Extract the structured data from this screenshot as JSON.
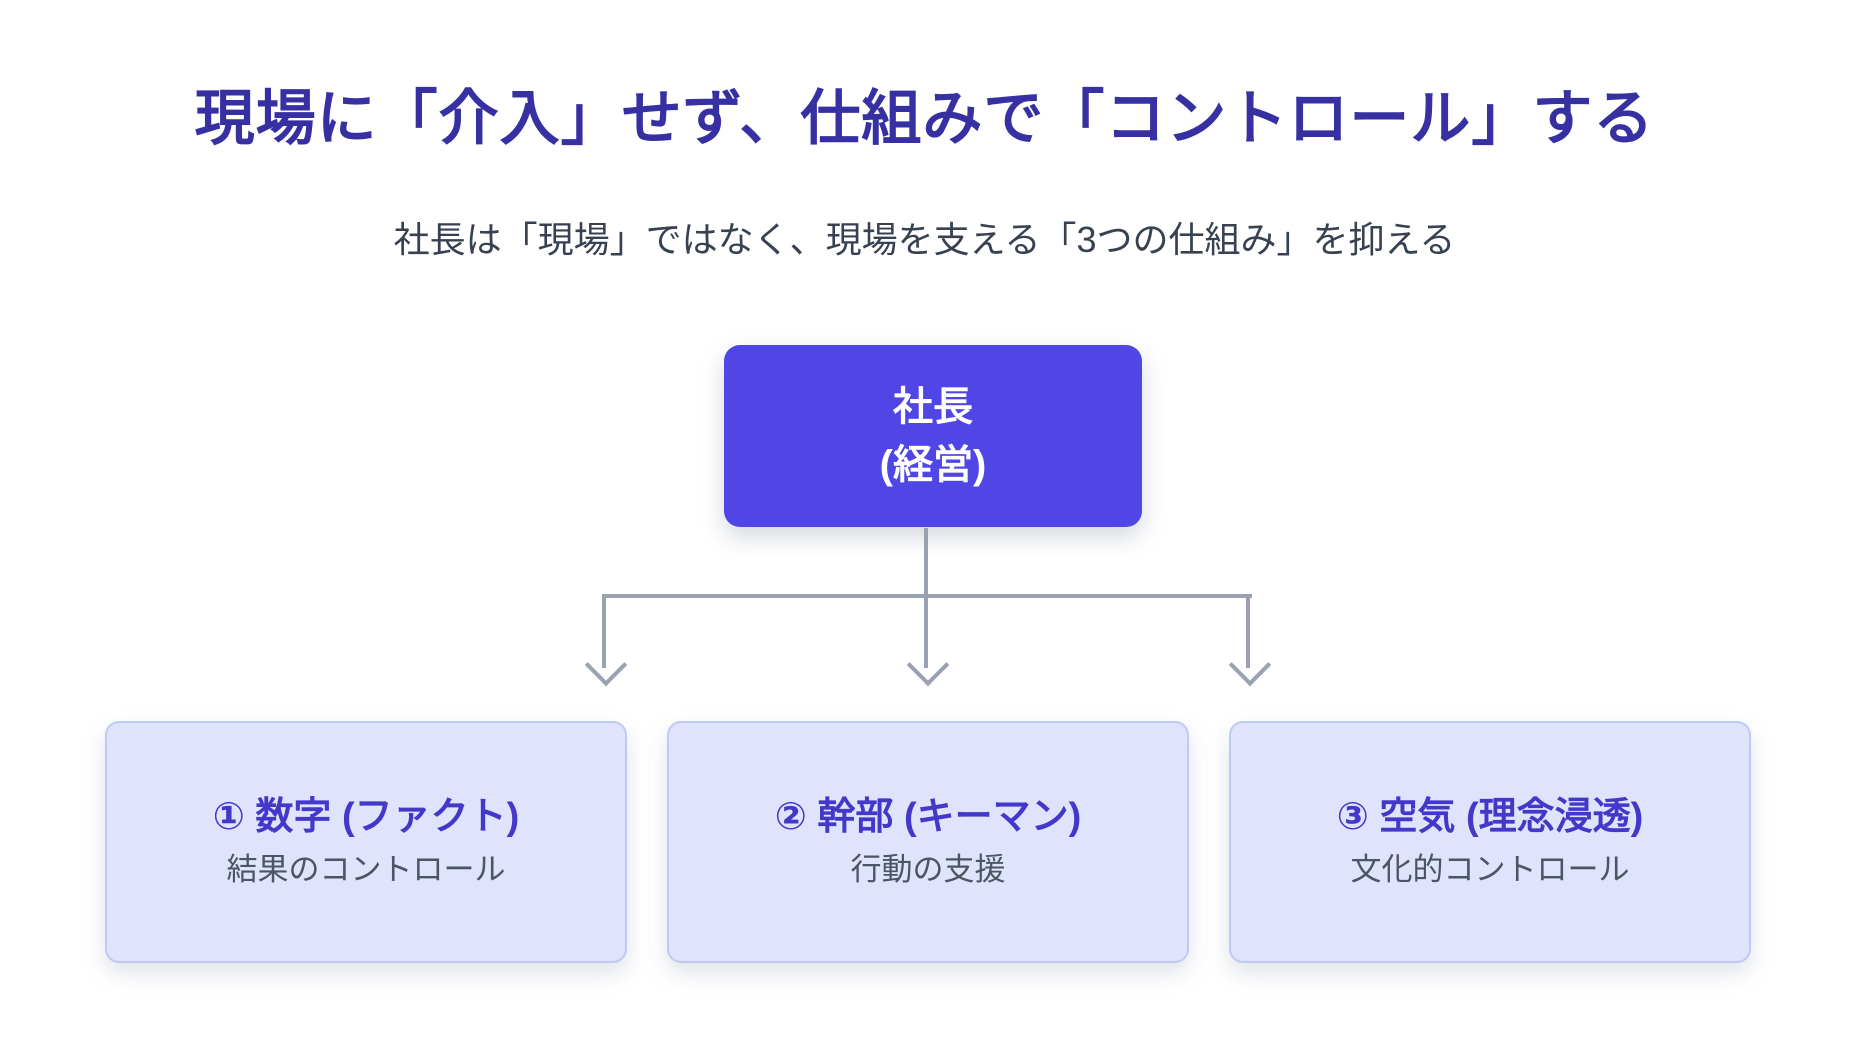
{
  "header": {
    "title": "現場に「介入」せず、仕組みで「コントロール」する",
    "subtitle": "社長は「現場」ではなく、現場を支える「3つの仕組み」を抑える"
  },
  "diagram": {
    "root_node": {
      "line1": "社長",
      "line2": "(経営)"
    },
    "branches": [
      {
        "title": "① 数字 (ファクト)",
        "subtitle": "結果のコントロール"
      },
      {
        "title": "② 幹部 (キーマン)",
        "subtitle": "行動の支援"
      },
      {
        "title": "③ 空気 (理念浸透)",
        "subtitle": "文化的コントロール"
      }
    ]
  },
  "colors": {
    "background": "#ffffff",
    "title_text": "#3730a3",
    "subtitle_text": "#374151",
    "root_node_bg": "#4f46e5",
    "root_node_text": "#ffffff",
    "branch_card_bg": "#dfe4fc",
    "branch_card_border": "#bfcaf4",
    "branch_title_text": "#4338ca",
    "branch_subtitle_text": "#4b5563",
    "connector_line": "#9aa2b1"
  }
}
